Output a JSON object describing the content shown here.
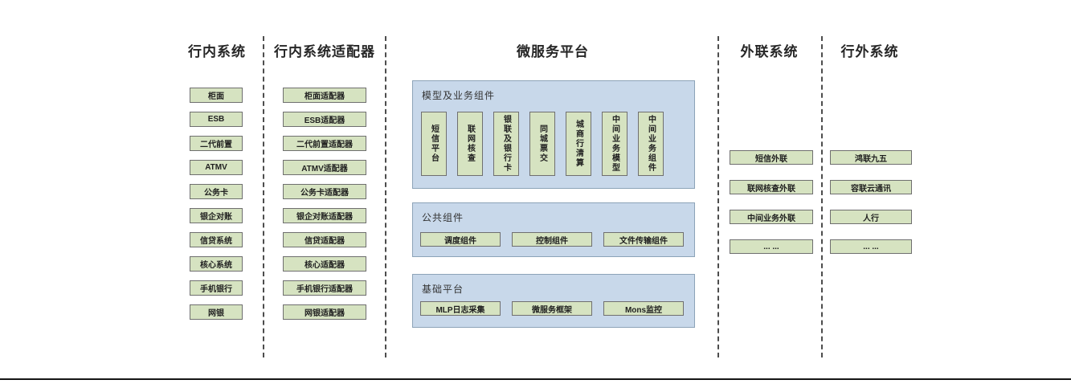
{
  "diagram": {
    "columns": {
      "inbank": {
        "title": "行内系统",
        "items": [
          "柜面",
          "ESB",
          "二代前置",
          "ATMV",
          "公务卡",
          "银企对账",
          "信贷系统",
          "核心系统",
          "手机银行",
          "网银"
        ]
      },
      "adapter": {
        "title": "行内系统适配器",
        "items": [
          "柜面适配器",
          "ESB适配器",
          "二代前置适配器",
          "ATMV适配器",
          "公务卡适配器",
          "银企对账适配器",
          "信贷适配器",
          "核心适配器",
          "手机银行适配器",
          "网银适配器"
        ]
      },
      "platform": {
        "title": "微服务平台",
        "model_group": {
          "label": "模型及业务组件",
          "items": [
            "短信平台",
            "联网核查",
            "银联及银行卡",
            "同城票交",
            "城商行清算",
            "中间业务模型",
            "中间业务组件"
          ]
        },
        "common_group": {
          "label": "公共组件",
          "items": [
            "调度组件",
            "控制组件",
            "文件传输组件"
          ]
        },
        "base_group": {
          "label": "基础平台",
          "items": [
            "MLP日志采集",
            "微服务框架",
            "Mons监控"
          ]
        }
      },
      "external": {
        "title": "外联系统",
        "items": [
          "短信外联",
          "联网核查外联",
          "中间业务外联",
          "... ..."
        ]
      },
      "outbank": {
        "title": "行外系统",
        "items": [
          "鸿联九五",
          "容联云通讯",
          "人行",
          "... ..."
        ]
      }
    },
    "colors": {
      "box_fill": "#d6e3c1",
      "box_border": "#6f6f6f",
      "panel_fill": "#c8d8ea",
      "panel_border": "#8ca3b8",
      "divider": "#4d4d4d",
      "text": "#262626"
    }
  }
}
